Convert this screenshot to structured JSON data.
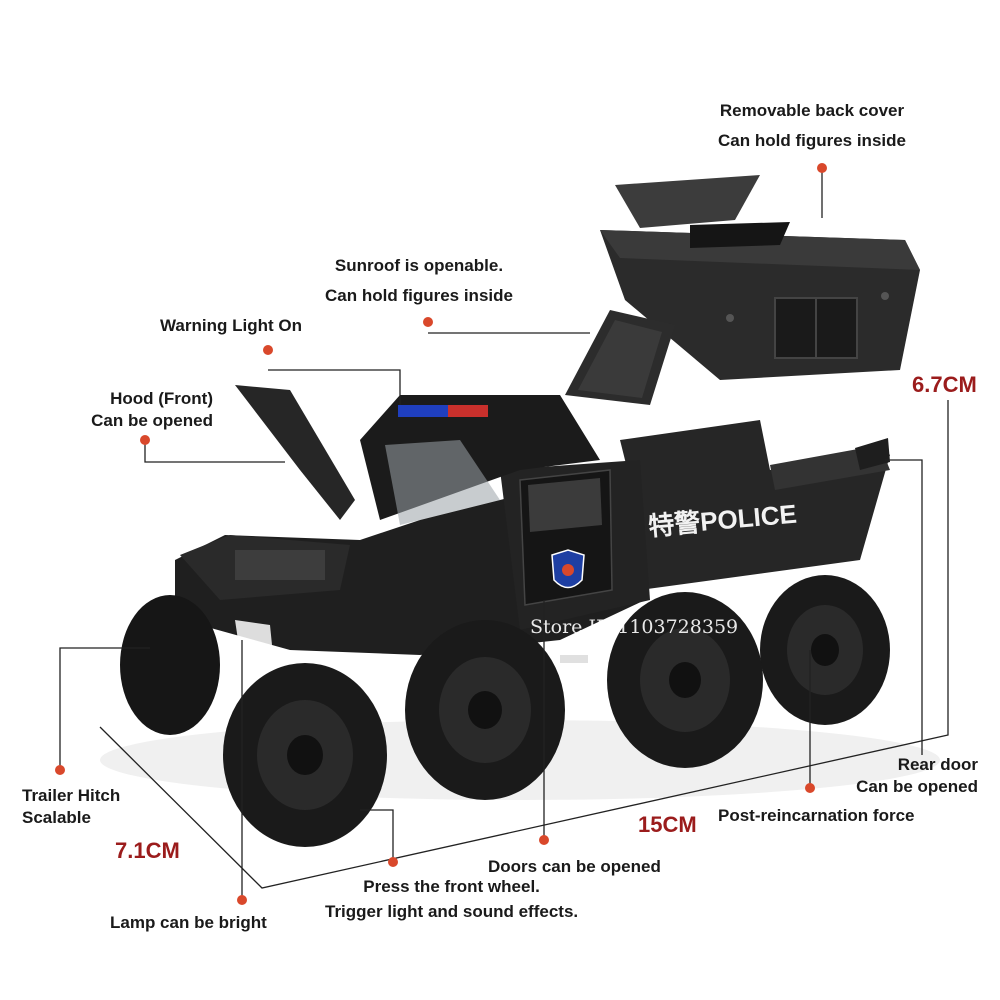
{
  "labels": {
    "back_cover": [
      "Removable back cover",
      "Can hold figures inside"
    ],
    "sunroof": [
      "Sunroof is openable.",
      "Can hold figures inside"
    ],
    "warning_light": [
      "Warning Light On"
    ],
    "hood": [
      "Hood (Front)",
      "Can be opened"
    ],
    "rear_door": [
      "Rear door",
      "Can be opened"
    ],
    "post_force": [
      "Post-reincarnation force"
    ],
    "doors": [
      "Doors can be opened"
    ],
    "front_wheel": [
      "Press the front wheel.",
      "Trigger light and sound effects."
    ],
    "lamp": [
      "Lamp can be bright"
    ],
    "trailer_hitch": [
      "Trailer Hitch",
      "Scalable"
    ]
  },
  "dimensions": {
    "height": "6.7CM",
    "length": "15CM",
    "width": "7.1CM"
  },
  "vehicle": {
    "side_text": "特警POLICE"
  },
  "watermark": "Store ID 1103728359",
  "colors": {
    "accent": "#d9482b",
    "dimension": "#9b1c1c",
    "body": "#1c1c1c"
  }
}
